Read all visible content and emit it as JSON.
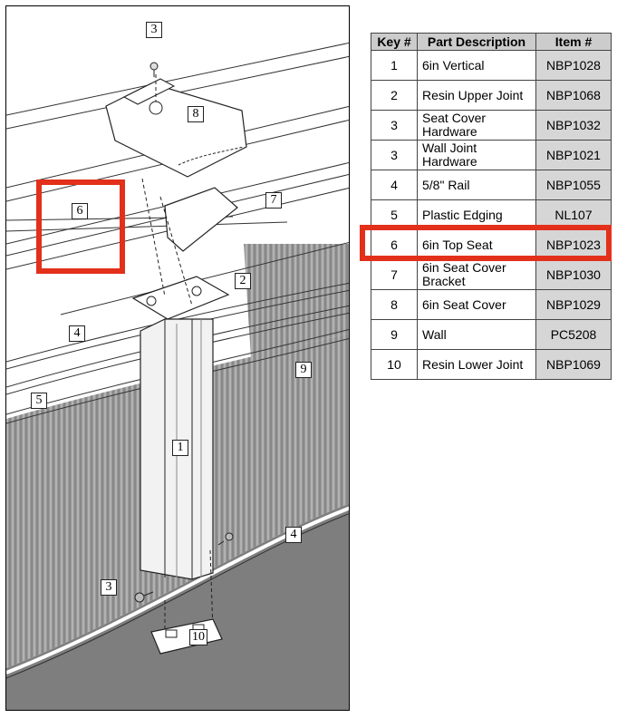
{
  "diagram": {
    "callouts": {
      "screw_top": "3",
      "cover": "8",
      "top_seat": "6",
      "rail": "7",
      "upper_joint": "2",
      "edging_rail_left": "4",
      "wall": "9",
      "edging": "5",
      "vertical": "1",
      "rail_right": "4",
      "screw_bottom": "3",
      "lower_joint": "10"
    }
  },
  "table": {
    "headers": {
      "key": "Key #",
      "desc": "Part Description",
      "item": "Item #"
    },
    "rows": [
      {
        "key": "1",
        "desc": "6in Vertical",
        "item": "NBP1028"
      },
      {
        "key": "2",
        "desc": "Resin Upper Joint",
        "item": "NBP1068"
      },
      {
        "key": "3",
        "desc": "Seat Cover Hardware",
        "item": "NBP1032"
      },
      {
        "key": "3",
        "desc": "Wall Joint Hardware",
        "item": "NBP1021"
      },
      {
        "key": "4",
        "desc": "5/8\" Rail",
        "item": "NBP1055"
      },
      {
        "key": "5",
        "desc": "Plastic Edging",
        "item": "NL107"
      },
      {
        "key": "6",
        "desc": "6in Top Seat",
        "item": "NBP1023"
      },
      {
        "key": "7",
        "desc": "6in Seat Cover Bracket",
        "item": "NBP1030"
      },
      {
        "key": "8",
        "desc": "6in Seat Cover",
        "item": "NBP1029"
      },
      {
        "key": "9",
        "desc": "Wall",
        "item": "PC5208"
      },
      {
        "key": "10",
        "desc": "Resin Lower Joint",
        "item": "NBP1069"
      }
    ]
  },
  "highlight_color": "#e3301b"
}
